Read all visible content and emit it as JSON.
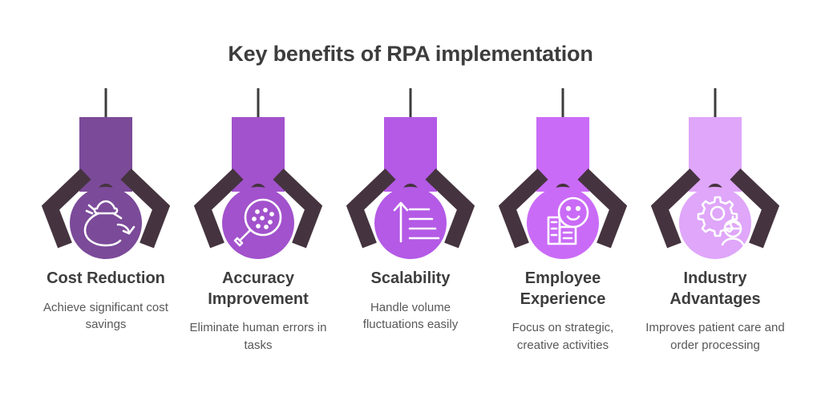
{
  "header": {
    "title": "Key benefits of RPA implementation"
  },
  "theme": {
    "background": "#FFFFFF",
    "title_color": "#3D3D3D",
    "heading_color": "#3D3D3D",
    "description_color": "#585858",
    "arm_color": "#45343F",
    "stem_color": "#3C3C3C",
    "icon_stroke": "#FFFFFF"
  },
  "benefits": [
    {
      "title": "Cost Reduction",
      "description": "Achieve significant cost savings",
      "color": "#7B4A99",
      "icon": "money-bag-arrow-icon"
    },
    {
      "title": "Accuracy Improvement",
      "description": "Eliminate human errors in tasks",
      "color": "#A252CC",
      "icon": "magnifier-dots-icon"
    },
    {
      "title": "Scalability",
      "description": "Handle volume fluctuations easily",
      "color": "#B45AE6",
      "icon": "growth-arrow-bars-icon"
    },
    {
      "title": "Employee Experience",
      "description": "Focus on strategic, creative activities",
      "color": "#CA6BF7",
      "icon": "smiley-buildings-icon"
    },
    {
      "title": "Industry Advantages",
      "description": "Improves patient care and order processing",
      "color": "#DFA6F9",
      "icon": "gear-worker-icon"
    }
  ]
}
